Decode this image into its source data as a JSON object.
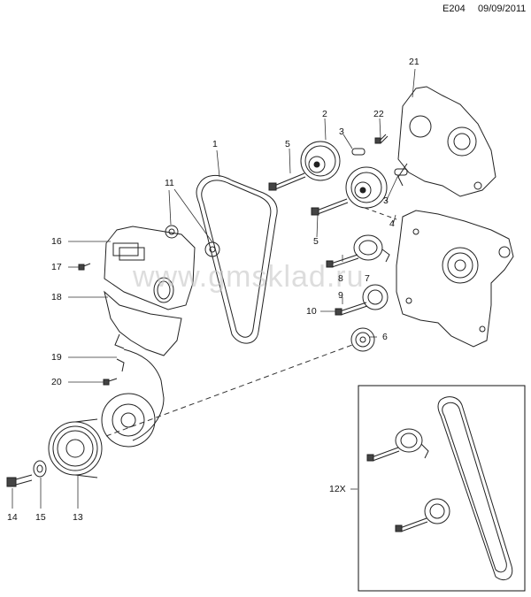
{
  "header": {
    "code": "E204",
    "date": "09/09/2011"
  },
  "watermark": "www.gmsklad.ru",
  "callouts": {
    "c1": "1",
    "c2": "2",
    "c3a": "3",
    "c3b": "3",
    "c4": "4",
    "c5a": "5",
    "c5b": "5",
    "c6": "6",
    "c7": "7",
    "c8": "8",
    "c9": "9",
    "c10": "10",
    "c11": "11",
    "c12x": "12X",
    "c13": "13",
    "c14": "14",
    "c15": "15",
    "c16": "16",
    "c17": "17",
    "c18": "18",
    "c19": "19",
    "c20": "20",
    "c21": "21",
    "c22": "22"
  },
  "colors": {
    "line": "#222222",
    "leader": "#333333",
    "watermark": "#c8c8c8"
  }
}
